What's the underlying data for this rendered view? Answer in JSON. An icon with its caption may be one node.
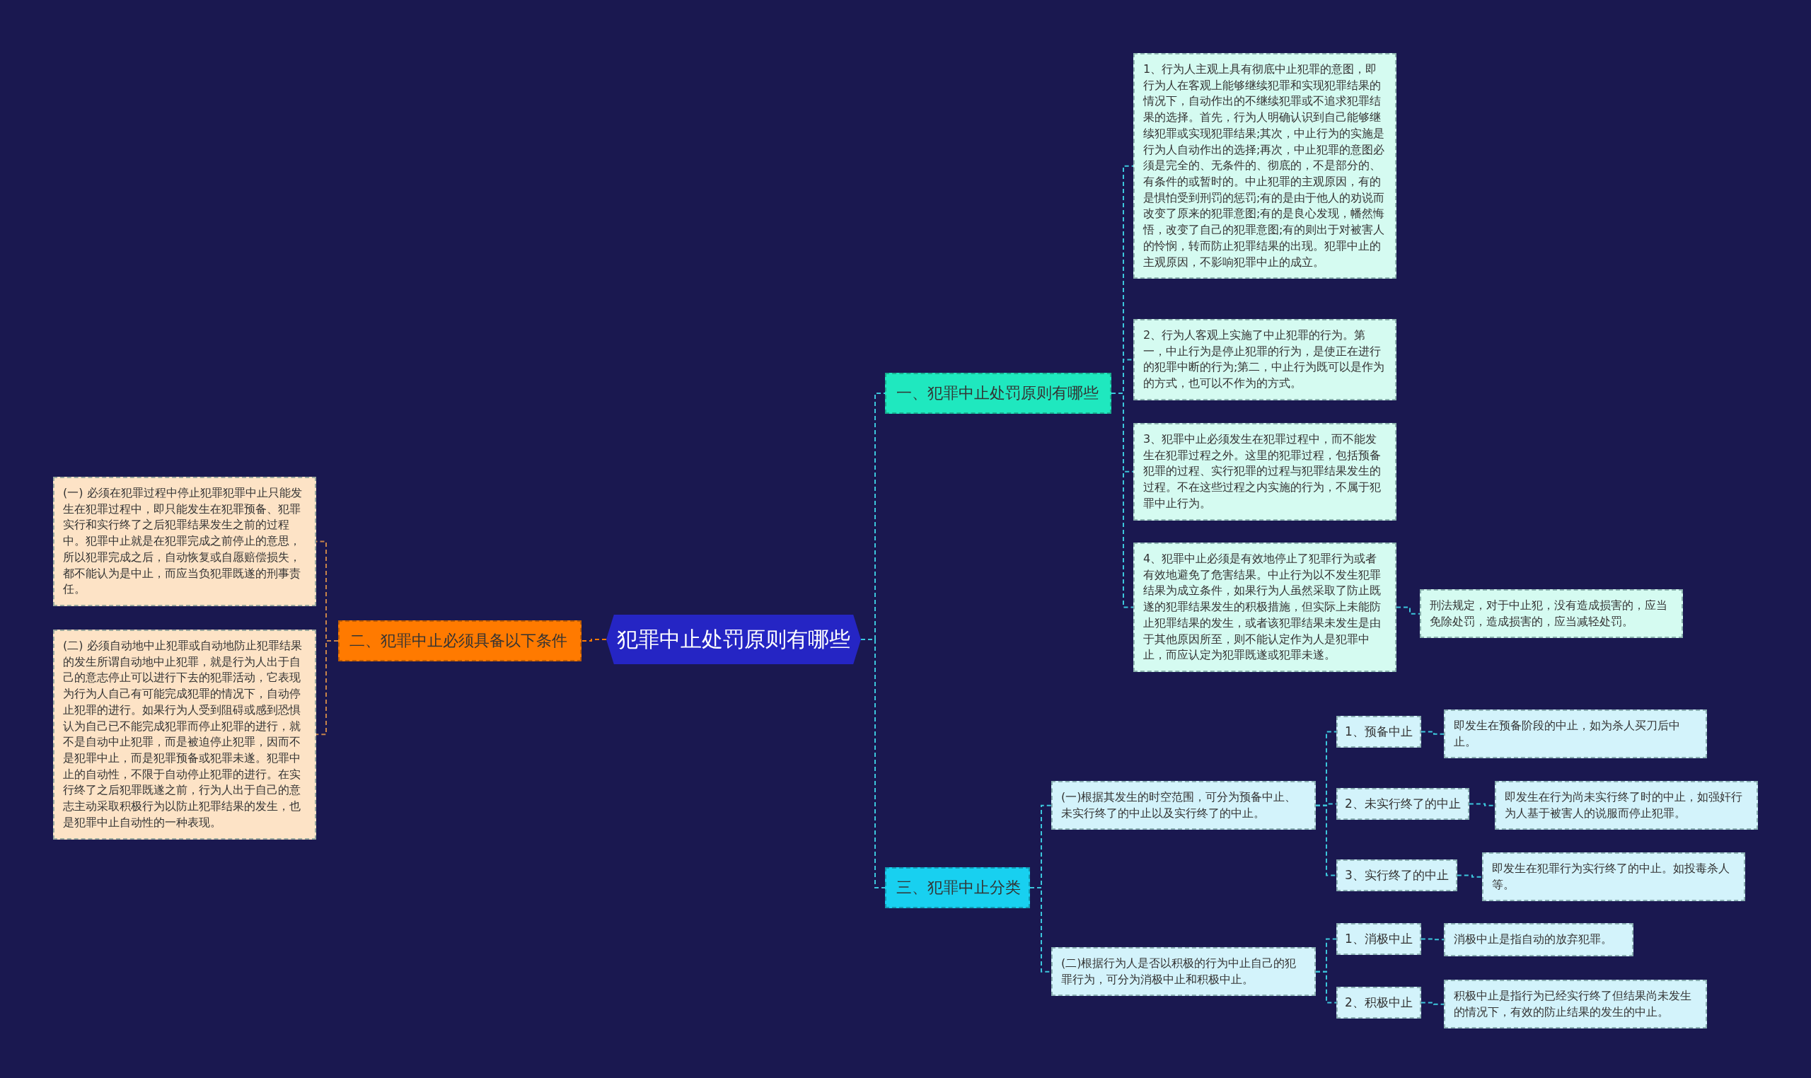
{
  "diagram": {
    "nodes": [
      {
        "text": [
          "犯罪中止处罚原则有哪些"
        ]
      },
      {
        "text": [
          "一、犯罪中止处罚原则有哪些"
        ]
      },
      {
        "text": [
          "1、行为人主观上具有彻底中止犯罪的意图，即行为人在客观上能够继续犯罪和实现犯罪结果的情况下，自动作出的不继续犯罪或不追求犯罪结果的选择。首先，行为人明确认识到自己能够继续犯罪或实现犯罪结果;其次，中止行为的实施是行为人自动作出的选择;再次，中止犯罪的意图必须是完全的、无条件的、彻底的，不是部分的、有条件的或暂时的。中止犯罪的主观原因，有的是惧怕受到刑罚的惩罚;有的是由于他人的劝说而改变了原来的犯罪意图;有的是良心发现，幡然悔悟，改变了自己的犯罪意图;有的则出于对被害人的怜悯，转而防止犯罪结果的出现。犯罪中止的主观原因，不影响犯罪中止的成立。"
        ]
      },
      {
        "text": [
          "2、行为人客观上实施了中止犯罪的行为。第一，中止行为是停止犯罪的行为，是使正在进行的犯罪中断的行为;第二，中止行为既可以是作为的方式，也可以不作为的方式。"
        ]
      },
      {
        "text": [
          "3、犯罪中止必须发生在犯罪过程中，而不能发生在犯罪过程之外。这里的犯罪过程，包括预备犯罪的过程、实行犯罪的过程与犯罪结果发生的过程。不在这些过程之内实施的行为，不属于犯罪中止行为。"
        ]
      },
      {
        "text": [
          "4、犯罪中止必须是有效地停止了犯罪行为或者有效地避免了危害结果。中止行为以不发生犯罪结果为成立条件，如果行为人虽然采取了防止既遂的犯罪结果发生的积极措施，但实际上未能防止犯罪结果的发生，或者该犯罪结果未发生是由于其他原因所至，则不能认定作为人是犯罪中止，而应认定为犯罪既遂或犯罪未遂。"
        ]
      },
      {
        "text": [
          "刑法规定，对于中止犯，没有造成损害的，应当免除处罚，造成损害的，应当减轻处罚。"
        ]
      },
      {
        "text": [
          "二、犯罪中止必须具备以下条件"
        ]
      },
      {
        "text": [
          "(一) 必须在犯罪过程中停止犯罪犯罪中止只能发生在犯罪过程中，即只能发生在犯罪预备、犯罪实行和实行终了之后犯罪结果发生之前的过程中。犯罪中止就是在犯罪完成之前停止的意思，所以犯罪完成之后，自动恢复或自愿赔偿损失，都不能认为是中止，而应当负犯罪既遂的刑事责任。"
        ]
      },
      {
        "text": [
          "(二) 必须自动地中止犯罪或自动地防止犯罪结果的发生所谓自动地中止犯罪，就是行为人出于自己的意志停止可以进行下去的犯罪活动，它表现为行为人自己有可能完成犯罪的情况下，自动停止犯罪的进行。如果行为人受到阻碍或感到恐惧认为自己已不能完成犯罪而停止犯罪的进行，就不是自动中止犯罪，而是被迫停止犯罪，因而不是犯罪中止，而是犯罪预备或犯罪未遂。犯罪中止的自动性，不限于自动停止犯罪的进行。在实行终了之后犯罪既遂之前，行为人出于自己的意志主动采取积极行为以防止犯罪结果的发生，也是犯罪中止自动性的一种表现。"
        ]
      },
      {
        "text": [
          "三、犯罪中止分类"
        ]
      },
      {
        "text": [
          "(一)根据其发生的时空范围，可分为预备中止、未实行终了的中止以及实行终了的中止。"
        ]
      },
      {
        "text": [
          "1、预备中止"
        ]
      },
      {
        "text": [
          "即发生在预备阶段的中止，如为杀人买刀后中止。"
        ]
      },
      {
        "text": [
          "2、未实行终了的中止"
        ]
      },
      {
        "text": [
          "即发生在行为尚未实行终了时的中止，如强奸行为人基于被害人的说服而停止犯罪。"
        ]
      },
      {
        "text": [
          "3、实行终了的中止"
        ]
      },
      {
        "text": [
          "即发生在犯罪行为实行终了的中止。如投毒杀人等。"
        ]
      },
      {
        "text": [
          "(二)根据行为人是否以积极的行为中止自己的犯罪行为，可分为消极中止和积极中止。"
        ]
      },
      {
        "text": [
          "1、消极中止"
        ]
      },
      {
        "text": [
          "消极中止是指自动的放弃犯罪。"
        ]
      },
      {
        "text": [
          "2、积极中止"
        ]
      },
      {
        "text": [
          "积极中止是指行为已经实行终了但结果尚未发生的情况下，有效的防止结果的发生的中止。"
        ]
      }
    ],
    "edges": [
      {
        "from": 0,
        "to": 1,
        "arrow": "none"
      },
      {
        "from": 1,
        "to": 2,
        "arrow": "none"
      },
      {
        "from": 1,
        "to": 3,
        "arrow": "none"
      },
      {
        "from": 1,
        "to": 4,
        "arrow": "none"
      },
      {
        "from": 1,
        "to": 5,
        "arrow": "none"
      },
      {
        "from": 5,
        "to": 6,
        "arrow": "none"
      },
      {
        "from": 0,
        "to": 7,
        "arrow": "none",
        "color": "#ff7a00"
      },
      {
        "from": 7,
        "to": 8,
        "arrow": "none",
        "color": "#c8844a"
      },
      {
        "from": 7,
        "to": 9,
        "arrow": "none",
        "color": "#c8844a"
      },
      {
        "from": 0,
        "to": 10,
        "arrow": "none"
      },
      {
        "from": 10,
        "to": 11,
        "arrow": "none"
      },
      {
        "from": 10,
        "to": 18,
        "arrow": "none"
      },
      {
        "from": 11,
        "to": 12,
        "arrow": "none"
      },
      {
        "from": 11,
        "to": 14,
        "arrow": "none"
      },
      {
        "from": 11,
        "to": 16,
        "arrow": "none"
      },
      {
        "from": 12,
        "to": 13,
        "arrow": "none"
      },
      {
        "from": 14,
        "to": 15,
        "arrow": "none"
      },
      {
        "from": 16,
        "to": 17,
        "arrow": "none"
      },
      {
        "from": 18,
        "to": 19,
        "arrow": "none"
      },
      {
        "from": 18,
        "to": 21,
        "arrow": "none"
      },
      {
        "from": 19,
        "to": 20,
        "arrow": "none"
      },
      {
        "from": 21,
        "to": 22,
        "arrow": "none"
      }
    ]
  }
}
